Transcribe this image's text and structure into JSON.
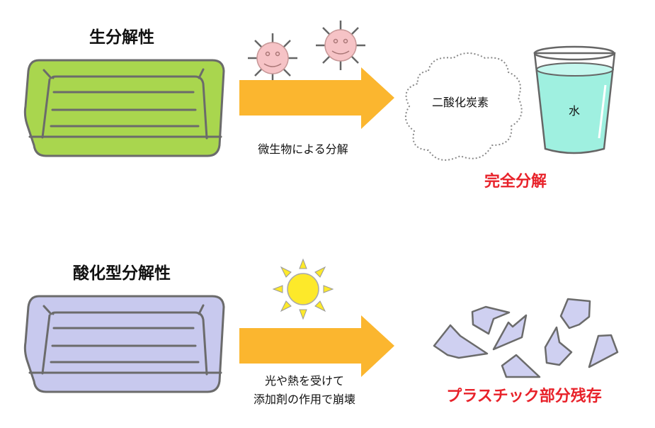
{
  "top": {
    "title": "生分解性",
    "process_label": "微生物による分解",
    "product_gas": "二酸化炭素",
    "product_water": "水",
    "result": "完全分解",
    "tray_color": "#a9d64e",
    "icons": [
      "microbe-icon",
      "microbe-icon",
      "arrow-right-icon",
      "cloud-icon",
      "glass-of-water-icon"
    ]
  },
  "bottom": {
    "title": "酸化型分解性",
    "process_label_line1": "光や熱を受けて",
    "process_label_line2": "添加剤の作用で崩壊",
    "result": "プラスチック部分残存",
    "tray_color": "#c8c9ee",
    "icons": [
      "sun-icon",
      "arrow-right-icon",
      "plastic-fragments-icon"
    ]
  },
  "colors": {
    "arrow": "#fbb62f",
    "result_text": "#e8222a",
    "microbe": "#f6c3c6",
    "sun": "#fde92a",
    "water": "#9ff0e0",
    "fragment": "#cfd0f1"
  }
}
